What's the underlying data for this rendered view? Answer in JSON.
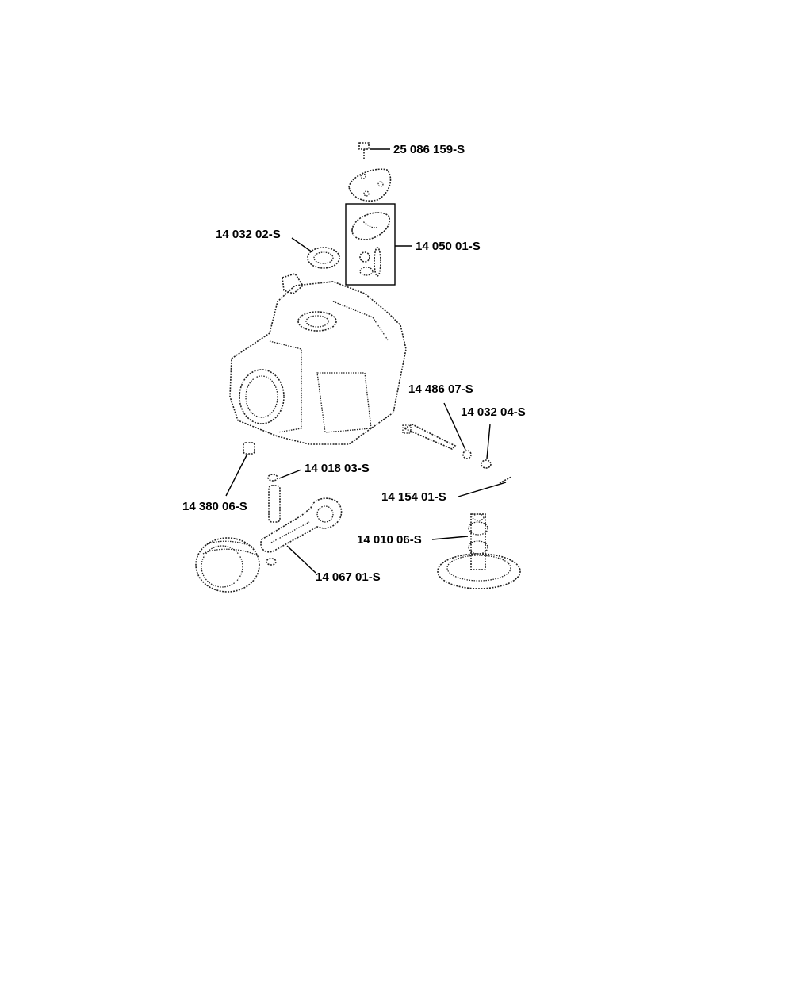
{
  "labels": {
    "p1": "25 086 159-S",
    "p2": "14 032 02-S",
    "p3": "14 050 01-S",
    "p4": "14 486 07-S",
    "p5": "14 032 04-S",
    "p6": "14 018 03-S",
    "p7": "14 154 01-S",
    "p8": "14 380 06-S",
    "p9": "14 010 06-S",
    "p10": "14 067 01-S"
  }
}
